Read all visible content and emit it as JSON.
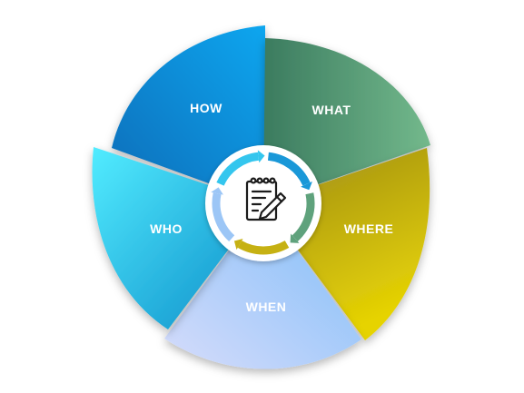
{
  "diagram": {
    "segments": [
      {
        "id": "how",
        "label": "HOW",
        "color_start": "#0b73c2",
        "color_end": "#0aa8f0"
      },
      {
        "id": "what",
        "label": "WHAT",
        "color_start": "#3e7f62",
        "color_end": "#6eb58a"
      },
      {
        "id": "where",
        "label": "WHERE",
        "color_start": "#a58f12",
        "color_end": "#e2cf08"
      },
      {
        "id": "when",
        "label": "WHEN",
        "color_start": "#c8d3fb",
        "color_end": "#89c4f9"
      },
      {
        "id": "who",
        "label": "WHO",
        "color_start": "#0a93cf",
        "color_end": "#4eeaff"
      }
    ],
    "center": {
      "icon": "notepad-pen-icon",
      "ring_colors": [
        "#1a98d8",
        "#5fa27c",
        "#c6b113",
        "#9cc6f6",
        "#34c6ee"
      ]
    }
  }
}
